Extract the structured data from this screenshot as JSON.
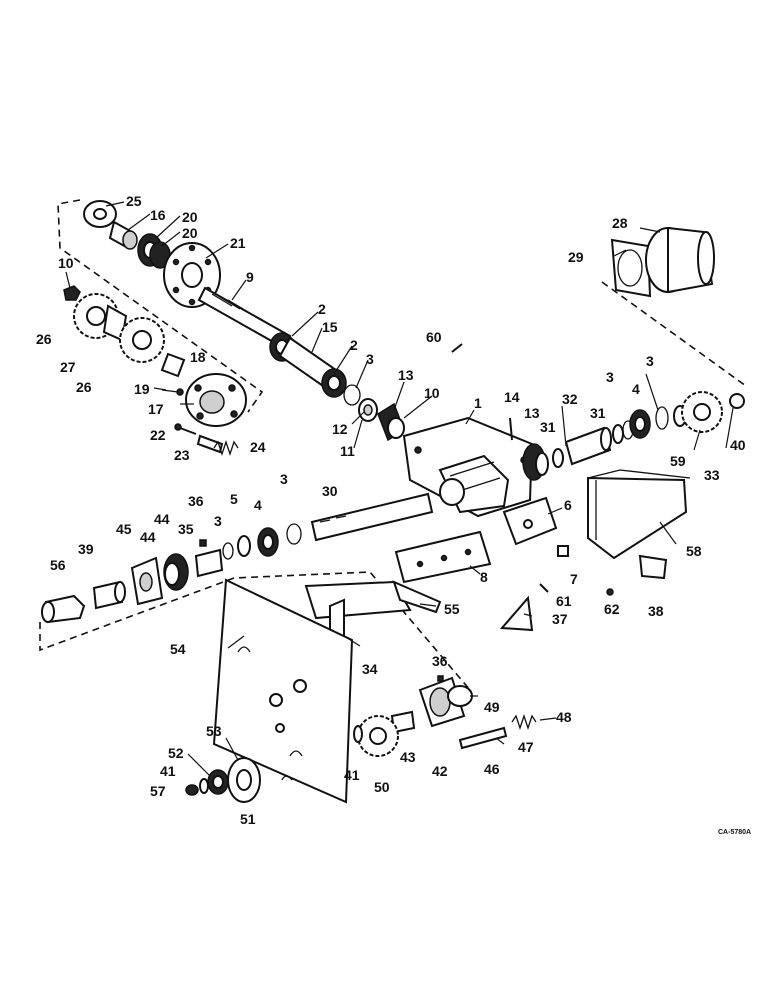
{
  "drawing_code": "CA-5780A",
  "callouts": [
    {
      "id": "c25",
      "text": "25"
    },
    {
      "id": "c16",
      "text": "16"
    },
    {
      "id": "c20a",
      "text": "20"
    },
    {
      "id": "c20b",
      "text": "20"
    },
    {
      "id": "c21",
      "text": "21"
    },
    {
      "id": "c10a",
      "text": "10"
    },
    {
      "id": "c9",
      "text": "9"
    },
    {
      "id": "c26a",
      "text": "26"
    },
    {
      "id": "c27",
      "text": "27"
    },
    {
      "id": "c26b",
      "text": "26"
    },
    {
      "id": "c18",
      "text": "18"
    },
    {
      "id": "c19",
      "text": "19"
    },
    {
      "id": "c17",
      "text": "17"
    },
    {
      "id": "c22",
      "text": "22"
    },
    {
      "id": "c23",
      "text": "23"
    },
    {
      "id": "c24",
      "text": "24"
    },
    {
      "id": "c2a",
      "text": "2"
    },
    {
      "id": "c15",
      "text": "15"
    },
    {
      "id": "c2b",
      "text": "2"
    },
    {
      "id": "c3a",
      "text": "3"
    },
    {
      "id": "c12",
      "text": "12"
    },
    {
      "id": "c11",
      "text": "11"
    },
    {
      "id": "c13a",
      "text": "13"
    },
    {
      "id": "c10b",
      "text": "10"
    },
    {
      "id": "c60",
      "text": "60"
    },
    {
      "id": "c1",
      "text": "1"
    },
    {
      "id": "c14",
      "text": "14"
    },
    {
      "id": "c13b",
      "text": "13"
    },
    {
      "id": "c31a",
      "text": "31"
    },
    {
      "id": "c32",
      "text": "32"
    },
    {
      "id": "c31b",
      "text": "31"
    },
    {
      "id": "c3b",
      "text": "3"
    },
    {
      "id": "c4a",
      "text": "4"
    },
    {
      "id": "c3c",
      "text": "3"
    },
    {
      "id": "c59",
      "text": "59"
    },
    {
      "id": "c33",
      "text": "33"
    },
    {
      "id": "c40",
      "text": "40"
    },
    {
      "id": "c28",
      "text": "28"
    },
    {
      "id": "c29",
      "text": "29"
    },
    {
      "id": "c36a",
      "text": "36"
    },
    {
      "id": "c5",
      "text": "5"
    },
    {
      "id": "c4b",
      "text": "4"
    },
    {
      "id": "c3d",
      "text": "3"
    },
    {
      "id": "c30",
      "text": "30"
    },
    {
      "id": "c6",
      "text": "6"
    },
    {
      "id": "c45",
      "text": "45"
    },
    {
      "id": "c44a",
      "text": "44"
    },
    {
      "id": "c44b",
      "text": "44"
    },
    {
      "id": "c35",
      "text": "35"
    },
    {
      "id": "c3e",
      "text": "3"
    },
    {
      "id": "c39",
      "text": "39"
    },
    {
      "id": "c56",
      "text": "56"
    },
    {
      "id": "c8",
      "text": "8"
    },
    {
      "id": "c7",
      "text": "7"
    },
    {
      "id": "c58",
      "text": "58"
    },
    {
      "id": "c61",
      "text": "61"
    },
    {
      "id": "c62",
      "text": "62"
    },
    {
      "id": "c38",
      "text": "38"
    },
    {
      "id": "c37",
      "text": "37"
    },
    {
      "id": "c55",
      "text": "55"
    },
    {
      "id": "c54",
      "text": "54"
    },
    {
      "id": "c34",
      "text": "34"
    },
    {
      "id": "c36b",
      "text": "36"
    },
    {
      "id": "c49",
      "text": "49"
    },
    {
      "id": "c48",
      "text": "48"
    },
    {
      "id": "c47",
      "text": "47"
    },
    {
      "id": "c46",
      "text": "46"
    },
    {
      "id": "c42",
      "text": "42"
    },
    {
      "id": "c43",
      "text": "43"
    },
    {
      "id": "c50",
      "text": "50"
    },
    {
      "id": "c41a",
      "text": "41"
    },
    {
      "id": "c53",
      "text": "53"
    },
    {
      "id": "c52",
      "text": "52"
    },
    {
      "id": "c41b",
      "text": "41"
    },
    {
      "id": "c57",
      "text": "57"
    },
    {
      "id": "c51",
      "text": "51"
    }
  ]
}
